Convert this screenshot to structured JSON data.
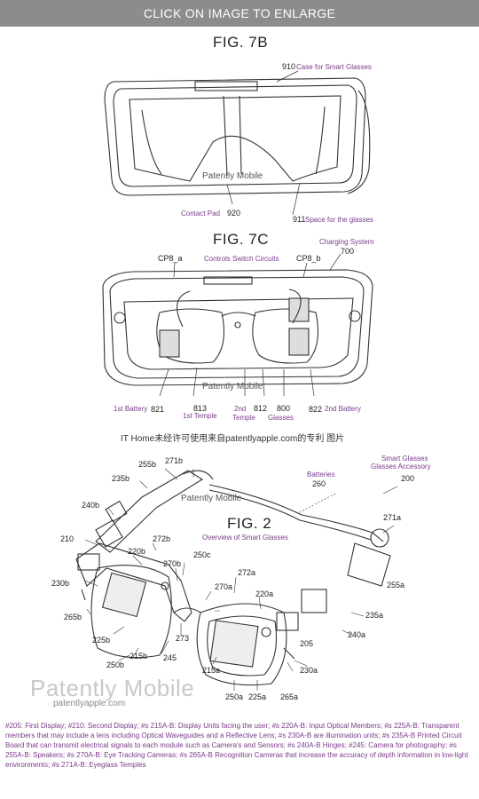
{
  "banner": {
    "text": "CLICK ON IMAGE TO ENLARGE"
  },
  "fig7b": {
    "title": "FIG. 7B",
    "labels": {
      "n910": "910",
      "case": "Case for Smart Glasses",
      "watermark": "Patently Mobile",
      "contact": "Contact Pad",
      "n920": "920",
      "n911": "911",
      "space": "Space for the glasses"
    }
  },
  "fig7c": {
    "title": "FIG. 7C",
    "labels": {
      "charging": "Charging System",
      "n700": "700",
      "cp8a": "CP8_a",
      "controls": "Controls Switch Circuits",
      "cp8b": "CP8_b",
      "watermark": "Patently Mobile",
      "battery1": "1st Battery",
      "n821": "821",
      "n813": "813",
      "temple1": "1st Temple",
      "n2nd_a": "2nd",
      "temple2": "Temple",
      "n812": "812",
      "n800": "800",
      "glasses": "Glasses",
      "n822": "822",
      "battery2": "2nd Battery"
    }
  },
  "source_caption": "IT Home未经许可使用来自patentlyapple.com的专利 图片",
  "fig2": {
    "title": "FIG. 2",
    "subtitle": "Overview of Smart Glasses",
    "watermark": "Patently Mobile",
    "header_labels": {
      "smart": "Smart Glasses",
      "accessory": "Glasses Accessory",
      "batteries": "Batteries"
    },
    "labels": {
      "n255b": "255b",
      "n271b": "271b",
      "n235b": "235b",
      "n260": "260",
      "n200": "200",
      "n240b": "240b",
      "n271a": "271a",
      "n210": "210",
      "n272b": "272b",
      "n220b": "220b",
      "n250c": "250c",
      "n270b": "270b",
      "n272a": "272a",
      "n255a": "255a",
      "n230b": "230b",
      "n270a": "270a",
      "n220a": "220a",
      "n265b": "265b",
      "n235a": "235a",
      "n240a": "240a",
      "n225b": "225b",
      "n273": "273",
      "n205": "205",
      "n215b": "215b",
      "n245": "245",
      "n250b": "250b",
      "n215a": "215a",
      "n230a": "230a",
      "n250a": "250a",
      "n225a": "225a",
      "n265a": "265a"
    }
  },
  "brand": {
    "name": "Patently Mobile",
    "url": "patentlyapple.com"
  },
  "legend": "#205: First Display; #210: Second Display; #s 215A-B: Display Units facing the user; #s 220A-B: Input Optical Members; #s 225A-B: Transparent members that may include a lens including Optical Waveguides and a Reflective Lens; #s 230A-B are illumination units; #s 235A-B Printed Circuit Board that can transmit electrical signals to each module such as Camera's and Sensors; #s 240A-B Hinges; #245: Camera for photography; #s 255A-B: Speakers; #s 270A-B: Eye Tracking Cameras; #s 265A-B Recognition Cameras that increase the accuracy of depth information in low-light environments; #s 271A-B: Eyeglass Temples"
}
